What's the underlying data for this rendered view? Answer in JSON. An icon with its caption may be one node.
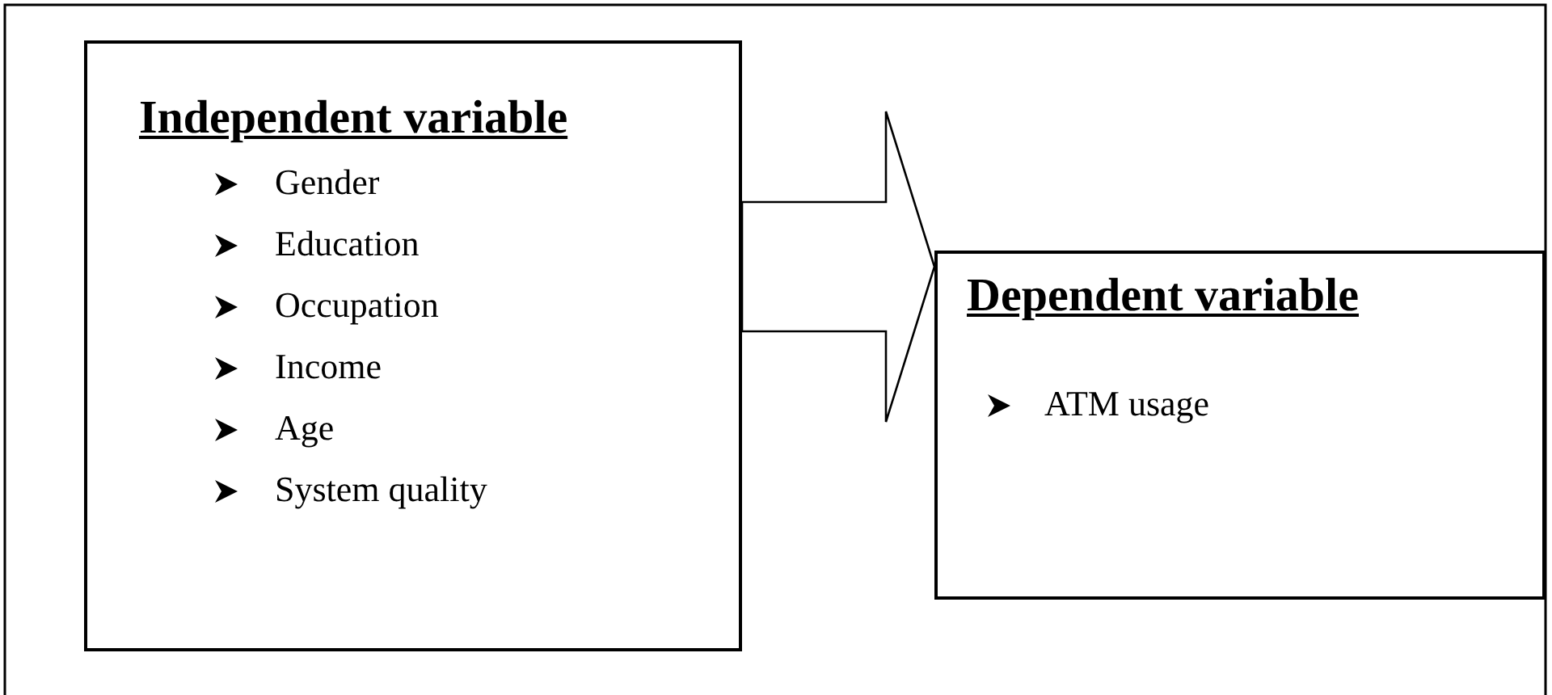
{
  "diagram": {
    "nodes": [
      {
        "text": [
          "Independent variable",
          "Gender",
          "Education",
          "Occupation",
          "Income",
          "Age",
          "System quality"
        ]
      },
      {
        "text": [
          "Dependent variable",
          "ATM usage"
        ]
      }
    ],
    "edges": [
      {
        "from": 0,
        "to": 1,
        "arrow": "to"
      }
    ]
  }
}
